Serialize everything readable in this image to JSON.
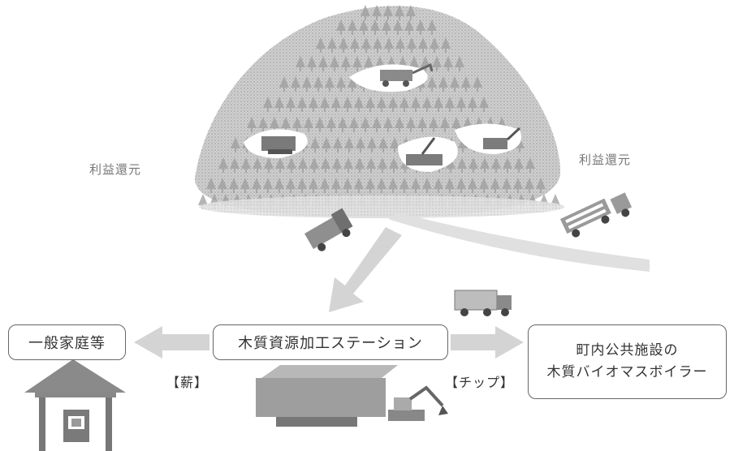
{
  "labels": {
    "profit_left": "利益還元",
    "profit_right": "利益還元",
    "firewood": "【薪】",
    "chip": "【チップ】"
  },
  "nodes": {
    "households": "一般家庭等",
    "station": "木質資源加工ステーション",
    "facility_line1": "町内公共施設の",
    "facility_line2": "木質バイオマスボイラー"
  },
  "colors": {
    "forest": "#bdbdbd",
    "tree": "#9c9c9c",
    "arrow": "#d2d2d2",
    "vehicle": "#888888",
    "box_border": "#666666"
  }
}
